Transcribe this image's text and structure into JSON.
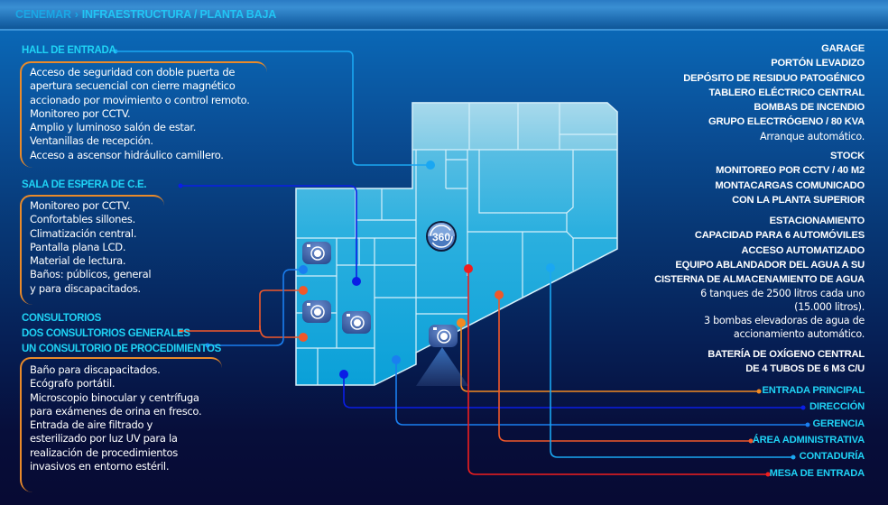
{
  "breadcrumb": {
    "root": "CENEMAR",
    "separator": "›",
    "current": "INFRAESTRUCTURA / PLANTA BAJA"
  },
  "left_sections": [
    {
      "title": "HALL DE ENTRADA",
      "lines": [
        "Acceso de seguridad con doble puerta de",
        "apertura secuencial con cierre magnético",
        "accionado por movimiento o control remoto.",
        "Monitoreo por CCTV.",
        "Amplio y luminoso salón de estar.",
        "Ventanillas de recepción.",
        "Acceso a ascensor hidráulico camillero."
      ]
    },
    {
      "title": "SALA DE ESPERA DE C.E.",
      "lines": [
        "Monitoreo por CCTV.",
        "Confortables sillones.",
        "Climatización central.",
        "Pantalla plana LCD.",
        "Material de lectura.",
        "Baños: públicos, general",
        "y para discapacitados."
      ]
    },
    {
      "title_lines": [
        "CONSULTORIOS",
        "DOS CONSULTORIOS GENERALES",
        "UN CONSULTORIO DE PROCEDIMIENTOS"
      ],
      "lines": [
        "Baño para discapacitados.",
        "Ecógrafo portátil.",
        "Microscopio binocular y centrífuga",
        "para exámenes de orina en fresco.",
        "Entrada de aire filtrado y",
        "esterilizado por luz UV para la",
        "realización de procedimientos",
        "invasivos en entorno estéril."
      ]
    }
  ],
  "right_sections": [
    {
      "headings": [
        "GARAGE",
        "PORTÓN LEVADIZO",
        "DEPÓSITO DE RESIDUO PATOGÉNICO",
        "TABLERO ELÉCTRICO CENTRAL",
        "BOMBAS DE INCENDIO",
        "GRUPO ELECTRÓGENO / 80 KVA"
      ],
      "notes": [
        "Arranque automático."
      ]
    },
    {
      "headings": [
        "STOCK",
        "MONITOREO POR CCTV / 40 M2",
        "MONTACARGAS COMUNICADO",
        "CON LA PLANTA SUPERIOR"
      ],
      "notes": []
    },
    {
      "headings": [
        "ESTACIONAMIENTO",
        "CAPACIDAD PARA 6 AUTOMÓVILES",
        "ACCESO AUTOMATIZADO",
        "EQUIPO ABLANDADOR DEL AGUA A SU",
        "CISTERNA DE ALMACENAMIENTO DE AGUA"
      ],
      "notes": [
        "6 tanques de 2500 litros cada uno",
        "(15.000 litros).",
        "3 bombas elevadoras de agua de",
        "accionamiento automático."
      ]
    },
    {
      "headings": [
        "BATERÍA DE OXÍGENO CENTRAL",
        "DE 4 TUBOS DE 6 M3 C/U"
      ],
      "notes": []
    }
  ],
  "legend": [
    {
      "label": "ENTRADA PRINCIPAL",
      "color": "#f28a22"
    },
    {
      "label": "DIRECCIÓN",
      "color": "#0a1ee6"
    },
    {
      "label": "GERENCIA",
      "color": "#1a7ff0"
    },
    {
      "label": "ÁREA ADMINISTRATIVA",
      "color": "#f0582a"
    },
    {
      "label": "CONTADURÍA",
      "color": "#1aa7f2"
    },
    {
      "label": "MESA DE ENTRADA",
      "color": "#f01e1e"
    }
  ],
  "colors": {
    "heading": "#1fd3f5",
    "box_border": "#e98a2a",
    "hall_line": "#1aa7f2",
    "sala_line": "#0a1ee6",
    "consult_general_line": "#f0582a",
    "consult_proc_line": "#1a7ff0"
  },
  "icons": {
    "pano": "360",
    "camera": "camera-icon"
  }
}
